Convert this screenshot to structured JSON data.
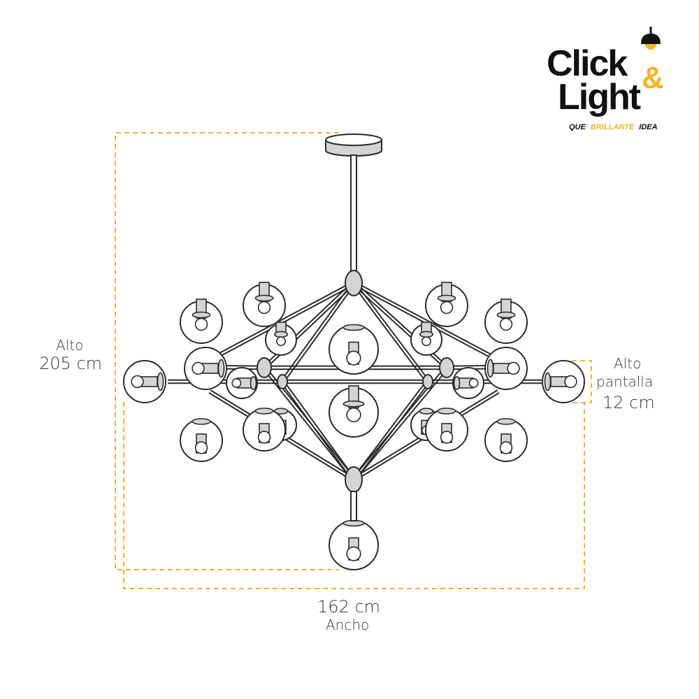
{
  "brand": {
    "word_click": "Click",
    "word_light": "Light",
    "ampersand": "&",
    "tagline_pre": "QUE",
    "tagline_highlight": "BRILLANTE",
    "tagline_post": "IDEA",
    "colors": {
      "dark": "#111111",
      "accent": "#F5B423"
    }
  },
  "dimensions": {
    "height": {
      "label": "Alto",
      "value": "205 cm"
    },
    "shade_height": {
      "label_line1": "Alto",
      "label_line2": "pantalla",
      "value": "12 cm"
    },
    "width": {
      "value": "162 cm",
      "label": "Ancho"
    }
  },
  "colors": {
    "dash": "#F2B33D",
    "stroke": "#2b2b2b",
    "metal_fill": "#d4d4d4",
    "label_text": "#3a3a3a"
  },
  "icons": [
    "pendant-lamp-icon",
    "chandelier-illustration"
  ]
}
